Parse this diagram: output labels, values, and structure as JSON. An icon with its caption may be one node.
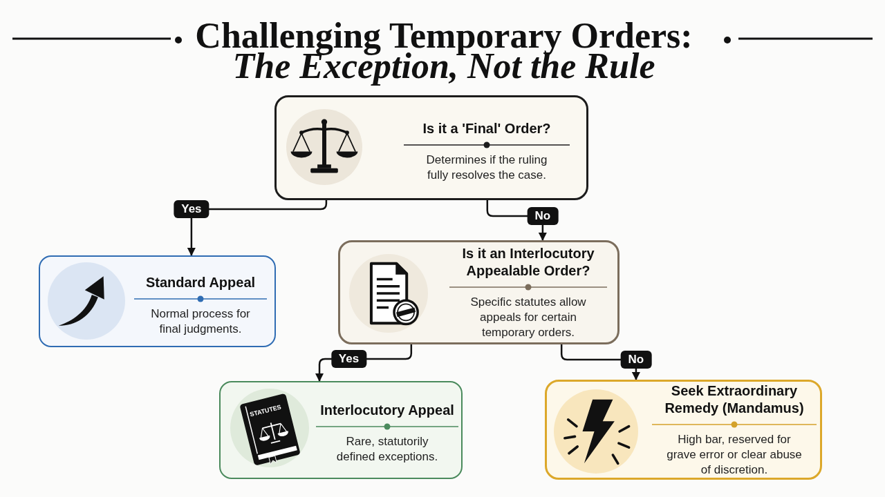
{
  "diagram": {
    "title": "Challenging Temporary Orders: *The Exception, Not the Rule*",
    "nodes": [
      {
        "text": [
          "Is it a 'Final' Order?",
          "Determines if the ruling fully resolves the case."
        ]
      },
      {
        "text": [
          "Standard Appeal",
          "Normal process for final judgments."
        ]
      },
      {
        "text": [
          "Is it an Interlocutory Appealable Order?",
          "Specific statutes allow appeals for certain temporary orders."
        ]
      },
      {
        "text": [
          "Interlocutory Appeal",
          "Rare, statutorily defined exceptions."
        ]
      },
      {
        "text": [
          "Seek Extraordinary Remedy (Mandamus)",
          "High bar, reserved for grave error or clear abuse of discretion."
        ]
      }
    ],
    "edges": [
      {
        "from": 0,
        "to": 1,
        "arrow": "to",
        "label": "Yes"
      },
      {
        "from": 0,
        "to": 2,
        "arrow": "to",
        "label": "No"
      },
      {
        "from": 2,
        "to": 3,
        "arrow": "to",
        "label": "Yes"
      },
      {
        "from": 2,
        "to": 4,
        "arrow": "to",
        "label": "No"
      }
    ],
    "labels": [
      "STATUTES"
    ]
  }
}
